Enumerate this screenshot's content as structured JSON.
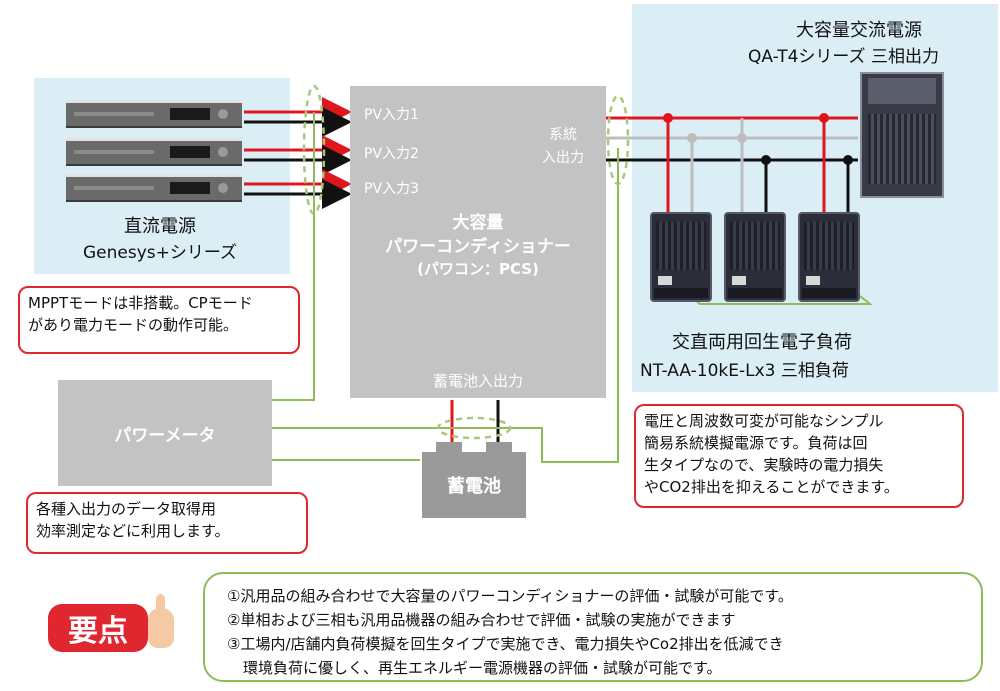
{
  "dc_source": {
    "title": "直流電源",
    "series": "Genesys+シリーズ",
    "unit_label": ""
  },
  "dc_callout": {
    "line1": "MPPTモードは非搭載。CPモード",
    "line2": "があり電力モードの動作可能。"
  },
  "pcs": {
    "pv_inputs": [
      "PV入力1",
      "PV入力2",
      "PV入力3"
    ],
    "grid_io_line1": "系統",
    "grid_io_line2": "入出力",
    "title_line1": "大容量",
    "title_line2": "パワーコンディショナー",
    "title_line3": "(パワコン：PCS)",
    "battery_io": "蓄電池入出力"
  },
  "ac_source": {
    "title": "大容量交流電源",
    "series": "QA-T4シリーズ 三相出力"
  },
  "load": {
    "title": "交直両用回生電子負荷",
    "series": "NT-AA-10kE-Lx3 三相負荷"
  },
  "load_callout": {
    "line1": "電圧と周波数可変が可能なシンプル",
    "line2": "簡易系統模擬電源です。負荷は回",
    "line3": "生タイプなので、実験時の電力損失",
    "line4": "やCO2排出を抑えることができます。"
  },
  "power_meter": {
    "label": "パワーメータ"
  },
  "meter_callout": {
    "line1": "各種入出力のデータ取得用",
    "line2": "効率測定などに利用します。"
  },
  "battery": {
    "label": "蓄電池"
  },
  "key_points": {
    "badge": "要点",
    "items": [
      "①汎用品の組み合わせで大容量のパワーコンディショナーの評価・試験が可能です。",
      "②単相および三相も汎用品機器の組み合わせで評価・試験の実施ができます",
      "③工場内/店舗内負荷模擬を回生タイプで実施でき、電力損失やCo2排出を低減でき",
      "環境負荷に優しく、再生エネルギー電源機器の評価・試験が可能です。"
    ]
  },
  "colors": {
    "red_wire": "#e0161e",
    "black_wire": "#111111",
    "gray_wire": "#bdbdbd",
    "green_wire": "#8cbc5a",
    "callout_border": "#e0262f"
  }
}
